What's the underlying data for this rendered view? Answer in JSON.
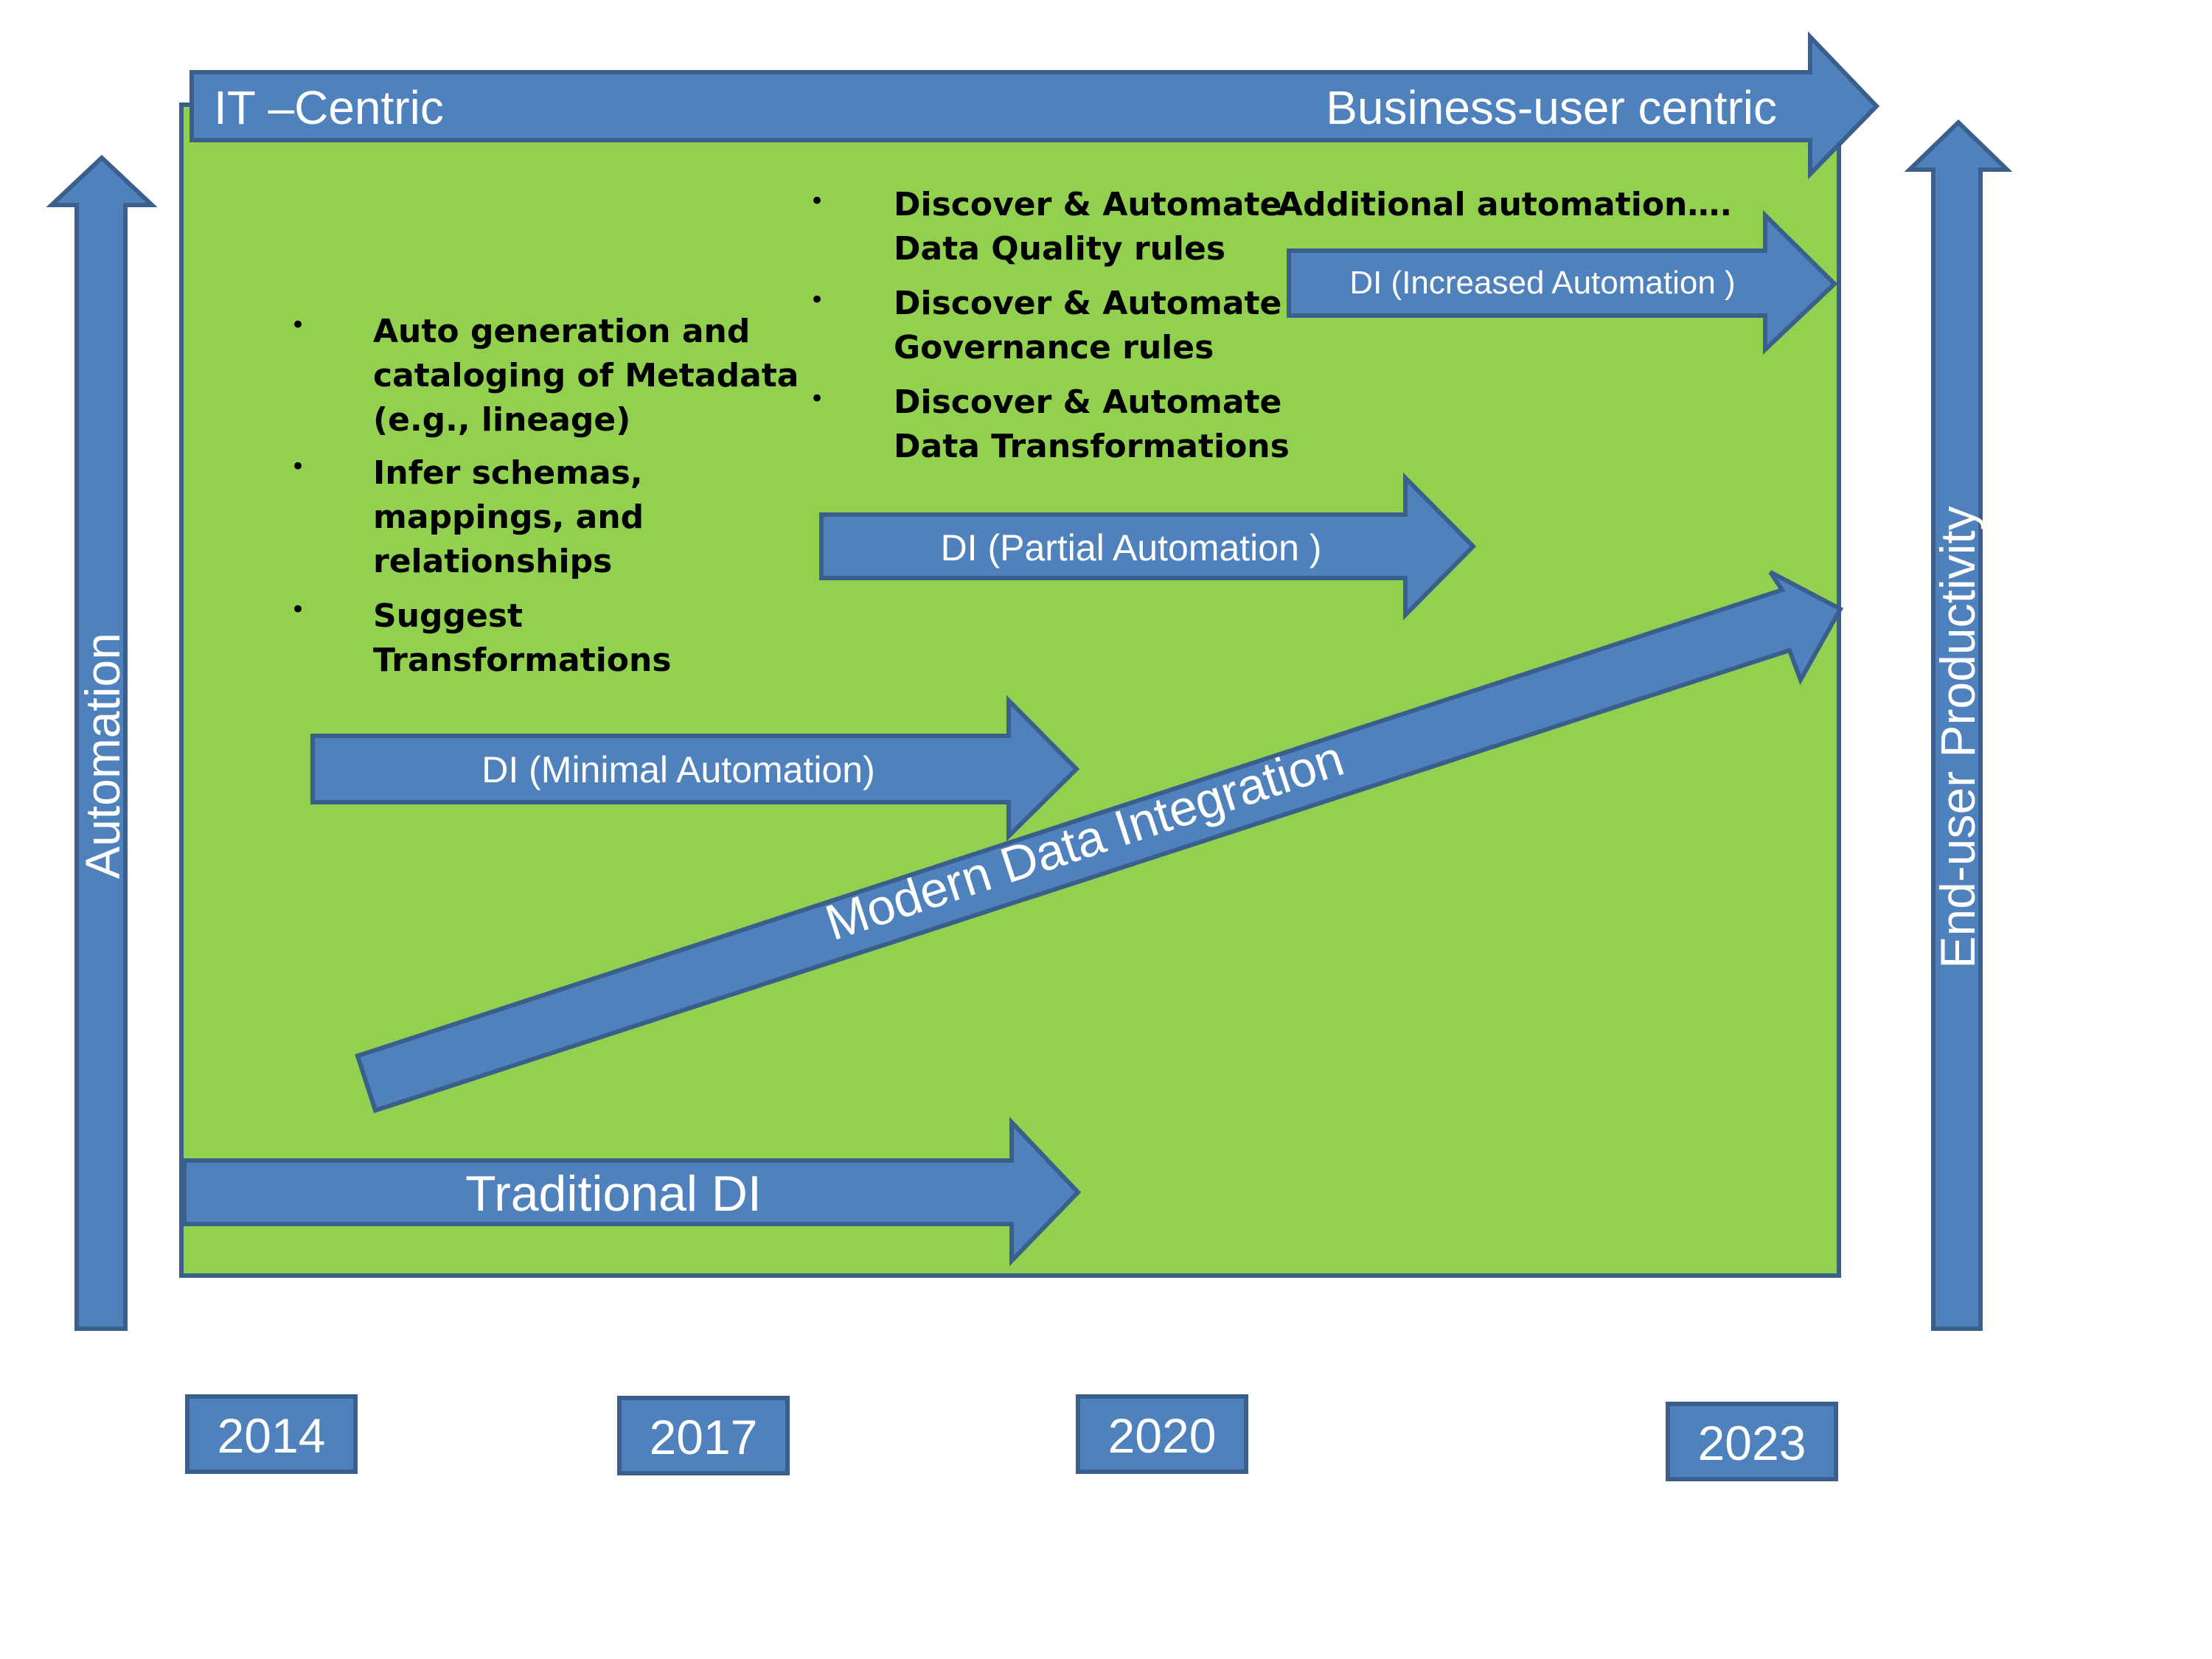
{
  "colors": {
    "panel_fill": "#92d050",
    "arrow_fill": "#4f81bd",
    "stroke": "#3a5f8c",
    "text_light": "#ffffff",
    "text_dark": "#000000"
  },
  "axes": {
    "left_label": "Automation",
    "right_label": "End-user Productivity"
  },
  "top_arrow": {
    "left_label": "IT –Centric",
    "right_label": "Business-user centric"
  },
  "arrows": {
    "traditional": "Traditional DI",
    "minimal": "DI (Minimal Automation)",
    "partial": "DI (Partial Automation )",
    "increased": "DI (Increased Automation )",
    "modern": "Modern Data Integration"
  },
  "bullets_minimal": [
    {
      "lines": [
        "Auto generation and",
        "cataloging of Metadata",
        "(e.g., lineage)"
      ]
    },
    {
      "lines": [
        "Infer  schemas,",
        "mappings, and",
        "relationships"
      ]
    },
    {
      "lines": [
        "Suggest",
        "Transformations"
      ]
    }
  ],
  "bullets_partial": [
    {
      "lines": [
        "Discover & Automate",
        "Data Quality rules"
      ]
    },
    {
      "lines": [
        "Discover & Automate",
        "Governance rules"
      ]
    },
    {
      "lines": [
        "Discover & Automate",
        "Data Transformations"
      ]
    }
  ],
  "additional_note": "Additional automation….",
  "bullet_symbol": "•",
  "years": [
    "2014",
    "2017",
    "2020",
    "2023"
  ]
}
